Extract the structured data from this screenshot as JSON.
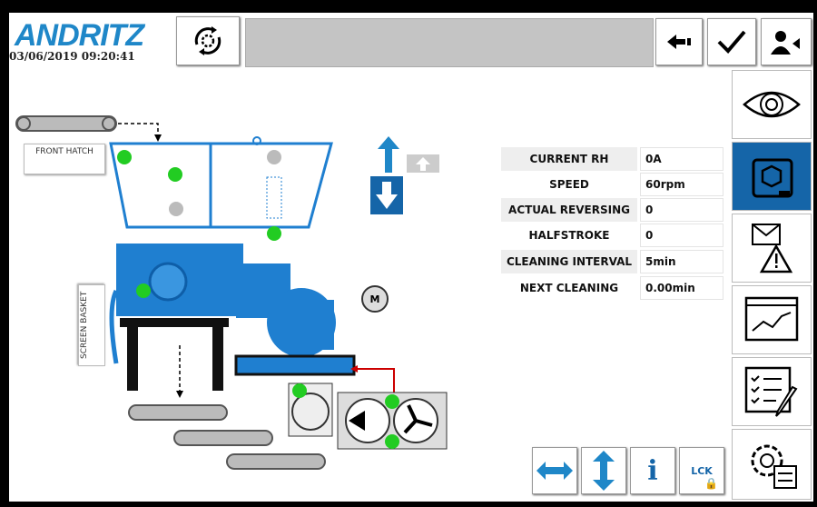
{
  "header": {
    "logo": "ANDRITZ",
    "datetime": "03/06/2019 09:20:41",
    "message": ""
  },
  "machine": {
    "front_hatch": "FRONT HATCH",
    "screen_basket": "SCREEN BASKET",
    "motor": "M"
  },
  "params": [
    {
      "label": "CURRENT RH",
      "value": "0A"
    },
    {
      "label": "SPEED",
      "value": "60rpm"
    },
    {
      "label": "ACTUAL REVERSING",
      "value": "0"
    },
    {
      "label": "HALFSTROKE",
      "value": "0"
    },
    {
      "label": "CLEANING INTERVAL",
      "value": "5min"
    },
    {
      "label": "NEXT CLEANING",
      "value": "0.00min"
    }
  ],
  "bottom": {
    "lock_label": "LCK"
  },
  "colors": {
    "accent": "#1565a8",
    "machine": "#1f7fd0",
    "ok": "#22cc22"
  }
}
